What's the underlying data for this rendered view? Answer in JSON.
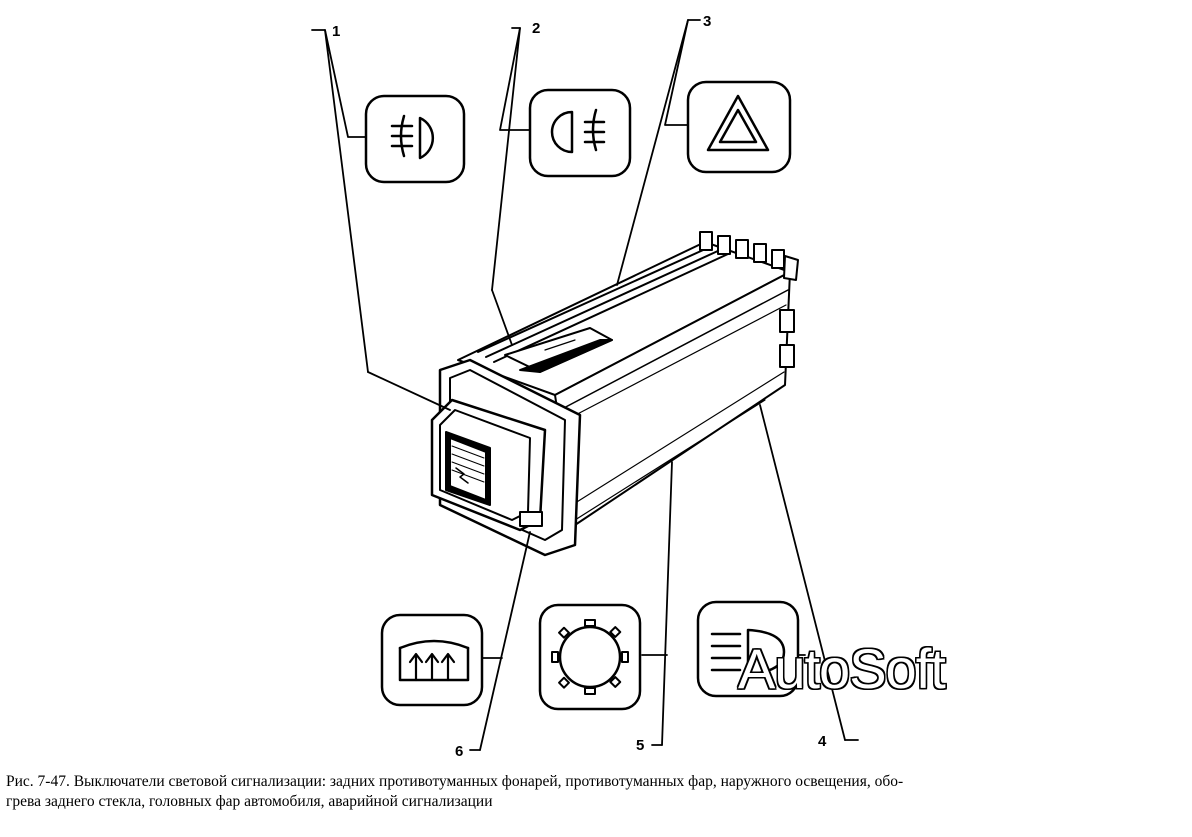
{
  "callouts": {
    "c1": "1",
    "c2": "2",
    "c3": "3",
    "c4": "4",
    "c5": "5",
    "c6": "6"
  },
  "icons": {
    "top": [
      "rear-fog-light-icon",
      "front-fog-light-icon",
      "hazard-warning-icon"
    ],
    "bottom": [
      "rear-window-heating-icon",
      "exterior-lighting-icon",
      "headlight-high-beam-icon"
    ]
  },
  "watermark": "AutoSoft",
  "caption": {
    "line1": "Рис. 7-47. Выключатели световой сигнализации: задних противотуманных фонарей, противотуманных фар, наружного освещения, обо-",
    "line2": "грева заднего стекла, головных фар автомобиля, аварийной сигнализации"
  }
}
